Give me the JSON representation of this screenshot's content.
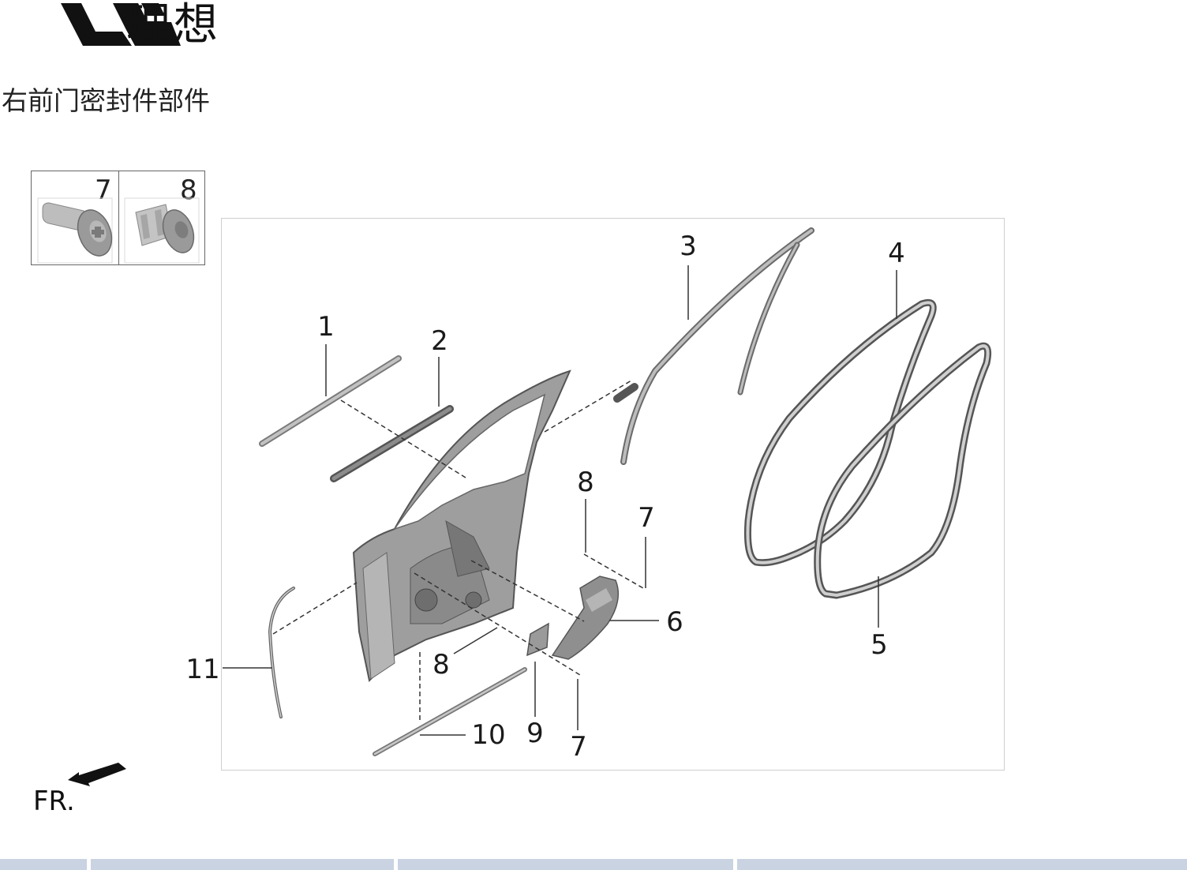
{
  "brand": {
    "name": "理想"
  },
  "page_title": "右前门密封件部件",
  "inset": {
    "items": [
      {
        "label": "7",
        "part": "screw"
      },
      {
        "label": "8",
        "part": "clip"
      }
    ]
  },
  "callouts": {
    "c1": "1",
    "c2": "2",
    "c3": "3",
    "c4": "4",
    "c5": "5",
    "c6": "6",
    "c7a": "7",
    "c7b": "7",
    "c8a": "8",
    "c8b": "8",
    "c9": "9",
    "c10": "10",
    "c11": "11"
  },
  "orientation": {
    "label": "FR."
  },
  "colors": {
    "text": "#1a1a1a",
    "part_gray": "#a9a9a9",
    "part_dark": "#6f6f6f",
    "frame": "#cfcfcf",
    "footer": "#c9d3e2"
  }
}
